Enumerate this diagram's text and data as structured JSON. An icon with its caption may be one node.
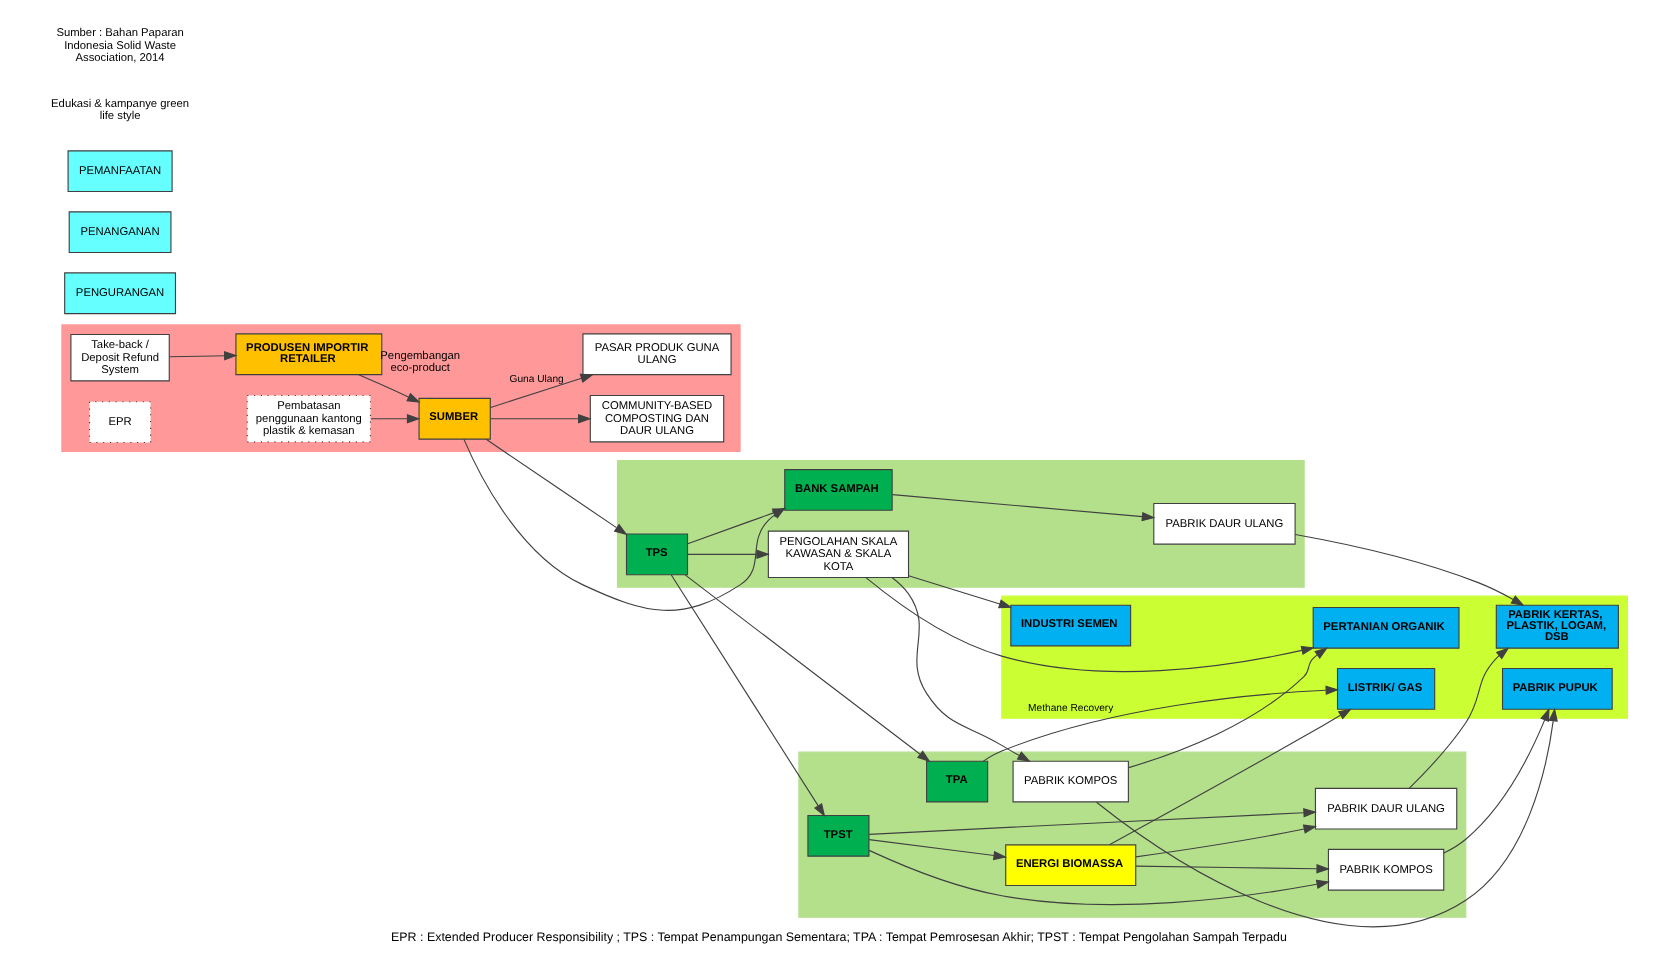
{
  "diagram": {
    "caption": "EPR : Extended Producer Responsibility ; TPS : Tempat Penampungan Sementara; TPA : Tempat Pemrosesan Akhir; TPST : Tempat Pengolahan Sampah Terpadu",
    "nodes": [
      {
        "text": [],
        "shape": "box"
      },
      {
        "text": [],
        "shape": "box"
      },
      {
        "text": [],
        "shape": "box"
      },
      {
        "text": [],
        "shape": "box"
      },
      {
        "text": [
          "Take-back / Deposit Refund System"
        ],
        "in": 0
      },
      {
        "text": [
          "EPR"
        ],
        "in": 0
      },
      {
        "text": [
          "COMMUNITY-BASED COMPOSTING DAN DAUR ULANG"
        ],
        "in": 0
      },
      {
        "text": [
          "PRODUSEN IMPORTIR RETAILER"
        ],
        "in": 0,
        "beside": [
          "Pengembangan eco-product"
        ]
      },
      {
        "text": [
          "SUMBER"
        ],
        "in": 0
      },
      {
        "text": [
          "Pembatasan penggunaan kantong plastik & kemasan"
        ],
        "in": 0
      },
      {
        "text": [
          "PASAR PRODUK GUNA ULANG"
        ],
        "in": 0
      },
      {
        "text": [
          "PABRIK DAUR ULANG"
        ],
        "in": 1
      },
      {
        "text": [
          "BANK SAMPAH"
        ],
        "in": 1
      },
      {
        "text": [
          "TPS"
        ],
        "in": 1
      },
      {
        "text": [
          "PENGOLAHAN SKALA KAWASAN & SKALA KOTA"
        ],
        "in": 1
      },
      {
        "text": [
          "PABRIK DAUR ULANG"
        ],
        "in": 2
      },
      {
        "text": [
          "ENERGI BIOMASSA"
        ],
        "in": 2
      },
      {
        "text": [
          "TPST"
        ],
        "in": 2
      },
      {
        "text": [
          "PABRIK KOMPOS"
        ],
        "in": 2
      },
      {
        "text": [
          "TPA"
        ],
        "in": 2
      },
      {
        "text": [
          "PABRIK KOMPOS"
        ],
        "in": 2
      },
      {
        "text": [
          "PABRIK KERTAS, PLASTIK, LOGAM, DSB"
        ],
        "in": 3
      },
      {
        "text": [
          "PABRIK PUPUK"
        ],
        "in": 3
      },
      {
        "text": [
          "LISTRIK/ GAS"
        ],
        "in": 3
      },
      {
        "text": [
          "INDUSTRI SEMEN"
        ],
        "in": 3
      },
      {
        "text": [
          "PERTANIAN ORGANIK"
        ],
        "in": 3
      },
      {
        "text": [
          "PENGURANGAN"
        ]
      },
      {
        "text": [
          "PENANGANAN"
        ]
      },
      {
        "text": [
          "PEMANFAATAN"
        ]
      }
    ],
    "edges": [
      {
        "from": 4,
        "to": 7,
        "arrow": "to"
      },
      {
        "from": 7,
        "to": 8,
        "arrow": "to"
      },
      {
        "from": 9,
        "to": 8,
        "arrow": "to"
      },
      {
        "from": 8,
        "to": 6,
        "arrow": "to"
      },
      {
        "from": 8,
        "to": 10,
        "arrow": "to",
        "label": "Guna Ulang"
      },
      {
        "from": 8,
        "to": 13,
        "arrow": "to"
      },
      {
        "from": 8,
        "to": 12,
        "arrow": "to"
      },
      {
        "from": 13,
        "to": 12,
        "arrow": "to"
      },
      {
        "from": 12,
        "to": 11,
        "arrow": "to"
      },
      {
        "from": 11,
        "to": 21,
        "arrow": "to"
      },
      {
        "from": 13,
        "to": 17,
        "arrow": "to"
      },
      {
        "from": 13,
        "to": 19,
        "arrow": "to"
      },
      {
        "from": 13,
        "to": 14,
        "arrow": "to"
      },
      {
        "from": 17,
        "to": 15,
        "arrow": "to"
      },
      {
        "from": 17,
        "to": 16,
        "arrow": "to"
      },
      {
        "from": 17,
        "to": 18,
        "arrow": "to"
      },
      {
        "from": 16,
        "to": 15,
        "arrow": "to"
      },
      {
        "from": 16,
        "to": 18,
        "arrow": "to"
      },
      {
        "from": 16,
        "to": 23,
        "arrow": "to"
      },
      {
        "from": 15,
        "to": 21,
        "arrow": "to"
      },
      {
        "from": 18,
        "to": 22,
        "arrow": "to"
      },
      {
        "from": 19,
        "to": 23,
        "arrow": "to",
        "label": "Methane Recovery"
      },
      {
        "from": 14,
        "to": 24,
        "arrow": "to"
      },
      {
        "from": 14,
        "to": 20,
        "arrow": "to"
      },
      {
        "from": 14,
        "to": 25,
        "arrow": "to"
      },
      {
        "from": 20,
        "to": 22,
        "arrow": "to"
      },
      {
        "from": 20,
        "to": 25,
        "arrow": "to"
      }
    ],
    "labels": [
      "Edukasi & kampanye green life style",
      "Sumber : Bahan Paparan Indonesia Solid Waste Association, 2014"
    ]
  }
}
